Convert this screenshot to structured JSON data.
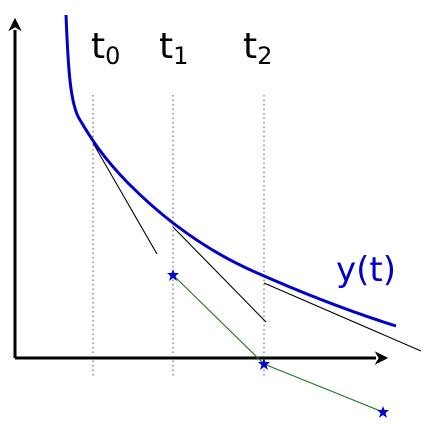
{
  "labels": {
    "t0": {
      "base": "t",
      "sub": "0"
    },
    "t1": {
      "base": "t",
      "sub": "1"
    },
    "t2": {
      "base": "t",
      "sub": "2"
    },
    "curve": "y(t)"
  },
  "colors": {
    "curve": "#0000cc",
    "euler_steps": "#1f7a1f",
    "marker": "#0000cc",
    "axes": "#000000",
    "tangents": "#000000",
    "guides": "#555555"
  },
  "marker_icon": "star-icon"
}
